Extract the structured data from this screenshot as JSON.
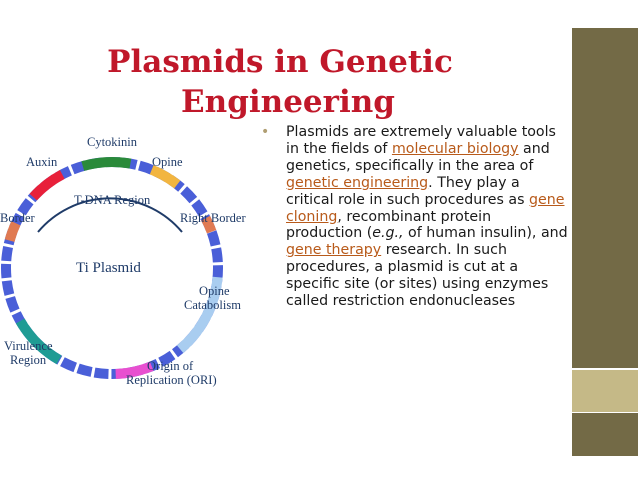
{
  "title": {
    "line1": "Plasmids in Genetic",
    "line2": "Engineering"
  },
  "body": {
    "segments": [
      {
        "text": "Plasmids are extremely valuable tools in the fields of ",
        "link": false
      },
      {
        "text": "molecular biology",
        "link": true
      },
      {
        "text": " and genetics, specifically in the area of ",
        "link": false
      },
      {
        "text": "genetic engineering",
        "link": true
      },
      {
        "text": ". They play a critical role in such procedures as ",
        "link": false
      },
      {
        "text": "gene cloning",
        "link": true
      },
      {
        "text": ", recombinant protein production (",
        "link": false
      },
      {
        "text": "e.g.,",
        "link": false,
        "italic": true
      },
      {
        "text": " of human insulin), and ",
        "link": false
      },
      {
        "text": "gene therapy",
        "link": true
      },
      {
        "text": " research. In such procedures, a plasmid is cut at a specific site (or sites) using enzymes called restriction endonucleases",
        "link": false
      }
    ]
  },
  "diagram": {
    "labels": {
      "cytokinin": "Cytokinin",
      "auxin": "Auxin",
      "opine": "Opine",
      "tdna_region": "T-DNA Region",
      "left_border": "Border",
      "right_border": "Right Border",
      "ti_plasmid": "Ti Plasmid",
      "opine_catabolism_1": "Opine",
      "opine_catabolism_2": "Catabolism",
      "virulence_1": "Virulence",
      "virulence_2": "Region",
      "ori_1": "Origin of",
      "ori_2": "Replication (ORI)"
    },
    "colors": {
      "ring": "#4a5fd8",
      "auxin": "#e8203a",
      "cytokinin": "#2a8a3a",
      "opine": "#f2b540",
      "border": "#e07a52",
      "opine_catabolism": "#a9cdf0",
      "virulence": "#1f9c94",
      "ori": "#e84fd0",
      "title": "#c0182a",
      "link": "#b85a1a"
    }
  }
}
